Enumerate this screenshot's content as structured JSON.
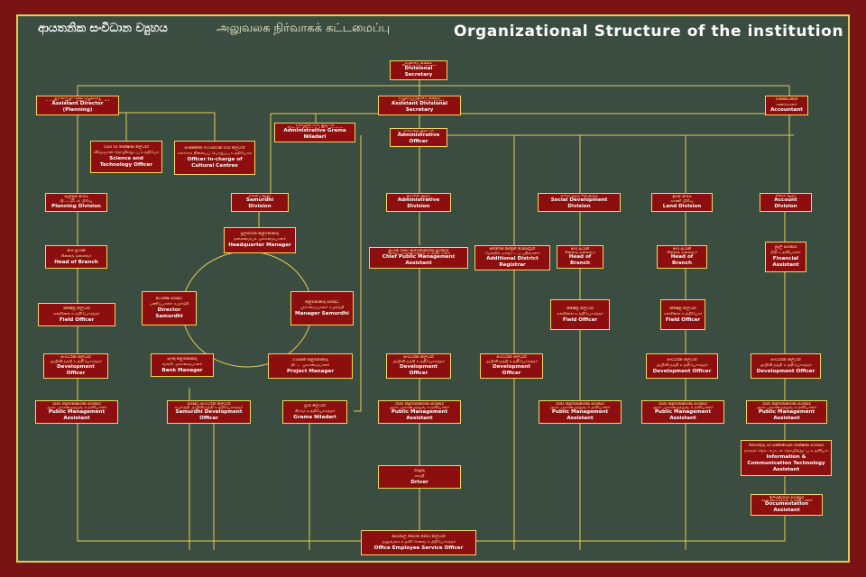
{
  "header": {
    "sinhala": "ආයතනික සංවිධාන ව්‍යුහය",
    "tamil": "அலுவலக நிர்வாகக் கட்டமைப்பு",
    "english": "Organizational Structure of the institution"
  },
  "colors": {
    "background": "#7a1414",
    "board": "#3b4c41",
    "box": "#8c0e0e",
    "line": "#e4cf55",
    "text": "#ffffff"
  },
  "nodes": {
    "ds": {
      "si": "ප්‍රාදේශීය ලේකම්",
      "ta": "பிரதேச செயலாளர்",
      "en": "Divisional Secretary"
    },
    "adp": {
      "si": "සහකාර අධ්‍යක්ෂ (සැලසුම්)",
      "ta": "உதவிப் பணிப்பாளர் (திட்டமிடல்)",
      "en": "Assistant Director (Planning)"
    },
    "ads": {
      "si": "සහකාර ප්‍රාදේශීය ලේකම්",
      "ta": "உதவிப் பிரதேச செயலாளர்",
      "en": "Assistant Divisional Secretary"
    },
    "acc": {
      "si": "ගණකාධිකාරී",
      "ta": "கணக்காளர்",
      "en": "Accountant"
    },
    "sto": {
      "si": "විද්‍යා හා තාක්ෂණ නිලධාරී",
      "ta": "விஞ்ஞான தொழில்நுட்ப உத்தியோகத்தர்",
      "en": "Science and Technology Officer"
    },
    "cco": {
      "si": "සංස්කෘතික මධ්‍යස්ථාන භාර නිලධාරී",
      "ta": "கலாசார நிலையப் பொறுப்பு உத்தியோகத்தர்",
      "en": "Officer In-charge of Cultural Centres"
    },
    "agn": {
      "si": "පරිපාලන ග්‍රාම නිලධාරී",
      "ta": "நிர்வாக கிராம உத்தியோகத்தர்",
      "en": "Administrative Grama Niladari"
    },
    "ao": {
      "si": "පරිපාලන නිලධාරී",
      "ta": "நிர்வாக உத்தியோகத்தர்",
      "en": "Administrative Officer"
    },
    "pd": {
      "si": "සැලසුම් අංශය",
      "ta": "திட்டமிடல் பிரிவு",
      "en": "Planning Division"
    },
    "sd": {
      "si": "සමෘද්ධි අංශය",
      "ta": "சமுர்த்தி பிரிவு",
      "en": "Samurdhi Division"
    },
    "admd": {
      "si": "ආයතන අංශය",
      "ta": "நிர்வாக பிரிவு",
      "en": "Administrative Division"
    },
    "sdd": {
      "si": "සමාජ සංවර්ධන අංශය",
      "ta": "சமூக அபிவிருத்தி பிரிவு",
      "en": "Social Development Division"
    },
    "ld": {
      "si": "ඉඩම් අංශය",
      "ta": "காணி பிரிவு",
      "en": "Land Division"
    },
    "accd": {
      "si": "ගිණුම් අංශය",
      "ta": "கணக்கு பிரிவு",
      "en": "Account Division"
    },
    "hq": {
      "si": "මූලස්ථාන කළමනාකරු",
      "ta": "தலைமையக முகாமையாளர்",
      "en": "Headquarter Manager"
    },
    "hob1": {
      "si": "අංශ ප්‍රධානී",
      "ta": "கிளைத் தலைவர்",
      "en": "Head of Branch"
    },
    "cpma": {
      "si": "ප්‍රධාන රාජ්‍ය කළමනාකරණ සහකාර",
      "ta": "பிரதம முகாமைத்துவ உதவியாளர்",
      "en": "Chief Public Management Assistant"
    },
    "adr": {
      "si": "අතිරේක දිස්ත්‍රික් රෙජිස්ට්‍රාර්",
      "ta": "மேலதிக மாவட்டப் பதிவாளர்",
      "en": "Additional District Registrar"
    },
    "hob2": {
      "si": "අංශ ප්‍රධානී",
      "ta": "கிளைத் தலைவர்",
      "en": "Head of Branch"
    },
    "hob3": {
      "si": "අංශ ප්‍රධානී",
      "ta": "கிளைத் தலைவர்",
      "en": "Head of Branch"
    },
    "fa": {
      "si": "මුදල් සහකාර",
      "ta": "நிதி உதவியாளர்",
      "en": "Financial Assistant"
    },
    "dsm": {
      "si": "අධ්‍යක්ෂ සමෘද්ධි",
      "ta": "பணிப்பாளர் சமுர்த்தி",
      "en": "Director Samurdhi"
    },
    "msm": {
      "si": "කළමනාකරු සමෘද්ධි",
      "ta": "முகாமையாளர் சமுர்த்தி",
      "en": "Manager Samurdhi"
    },
    "fo1": {
      "si": "ක්ෂේත්‍ර නිලධාරී",
      "ta": "களநிலை உத்தியோகத்தர்",
      "en": "Field Officer"
    },
    "fo2": {
      "si": "ක්ෂේත්‍ර නිලධාරී",
      "ta": "களநிலை உத்தியோகத்தர்",
      "en": "Field Officer"
    },
    "fo3": {
      "si": "ක්ෂේත්‍ර නිලධාරී",
      "ta": "களநிலை உத்தியோகத்தர்",
      "en": "Field Officer"
    },
    "do1": {
      "si": "සංවර්ධන නිලධාරී",
      "ta": "அபிவிருத்தி உத்தியோகத்தர்",
      "en": "Development Officer"
    },
    "bm": {
      "si": "බැංකු කළමනාකරු",
      "ta": "வங்கி முகாமையாளர்",
      "en": "Bank Manager"
    },
    "pm": {
      "si": "ව්‍යාපෘති කළමනාකරු",
      "ta": "திட்ட முகாமையாளர்",
      "en": "Project Manager"
    },
    "do2": {
      "si": "සංවර්ධන නිලධාරී",
      "ta": "அபிவிருத்தி உத்தியோகத்தர்",
      "en": "Development Officer"
    },
    "do3": {
      "si": "සංවර්ධන නිලධාරී",
      "ta": "அபிவிருத்தி உத்தியோகத்தர்",
      "en": "Development Officer"
    },
    "do4": {
      "si": "සංවර්ධන නිලධාරී",
      "ta": "அபிவிருத்தி உத்தியோகத்தர்",
      "en": "Development Officer"
    },
    "do5": {
      "si": "සංවර්ධන නිලධාරී",
      "ta": "அபிவிருத்தி உத்தியோகத்தர்",
      "en": "Development Officer"
    },
    "pma1": {
      "si": "රාජ්‍ය කළමනාකරණ සහකාර",
      "ta": "அரச முகாமைத்துவ உதவியாளர்",
      "en": "Public Management Assistant"
    },
    "sdo": {
      "si": "සමෘද්ධි සංවර්ධන නිලධාරී",
      "ta": "சமுர்த்தி அபிவிருத்தி உத்தியோகத்தர்",
      "en": "Samurdhi Development  Officer"
    },
    "gn": {
      "si": "ග්‍රාම නිලධාරී",
      "ta": "கிராம உத்தியோகத்தர்",
      "en": "Grama Niladari"
    },
    "pma2": {
      "si": "රාජ්‍ය කළමනාකරණ සහකාර",
      "ta": "அரச முகாமைத்துவ உதவியாளர்",
      "en": "Public Management Assistant"
    },
    "pma3": {
      "si": "රාජ්‍ය කළමනාකරණ සහකාර",
      "ta": "அரச முகாமைத்துவ உதவியாளர்",
      "en": "Public Management Assistant"
    },
    "pma4": {
      "si": "රාජ්‍ය කළමනාකරණ සහකාර",
      "ta": "அரச முகாமைத்துவ உதவியாளர்",
      "en": "Public Management Assistant"
    },
    "pma5": {
      "si": "රාජ්‍ය කළමනාකරණ සහකාර",
      "ta": "அரச முகாமைத்துவ உதவியாளர்",
      "en": "Public Management Assistant"
    },
    "icta": {
      "si": "තොරතුරු හා සන්නිවේදන තාක්ෂණ සහකාර",
      "ta": "தகவல் தொடர்பாடல் தொழில்நுட்ப உதவியாளர்",
      "en": "Information & Communication Technology Assistant"
    },
    "drv": {
      "si": "රියදුරු",
      "ta": "சாரதி",
      "en": "Driver"
    },
    "doca": {
      "si": "ලේඛනාගාර සහකාර",
      "ta": "ஆவணமாக்கல் உதவியாளர்",
      "en": "Documentation Assistant"
    },
    "oes": {
      "si": "කාර්යාල සේවක සේවා නිලධාරී",
      "ta": "அலுவலக உதவி சேவை உத்தியோகத்தர்",
      "en": "Office Employee Service Officer"
    }
  }
}
